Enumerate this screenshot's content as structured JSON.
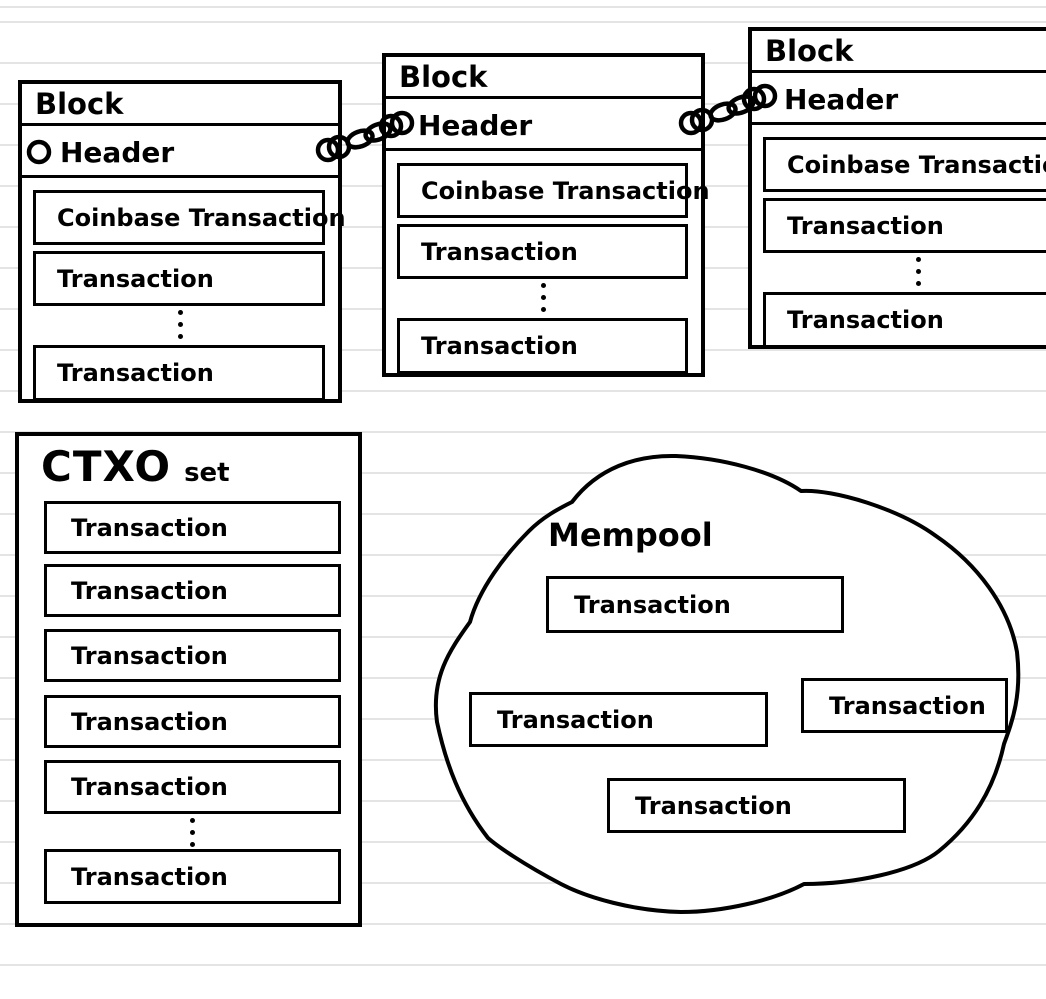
{
  "colors": {
    "ink": "#000000",
    "ruled_line": "#e4e4e4",
    "background": "#ffffff"
  },
  "icons": {
    "chain_link": "chain-link-icon",
    "header_ring": "header-ring-icon",
    "vertical_ellipsis": "⋮",
    "mempool_cloud": "cloud-shape"
  },
  "blocks": [
    {
      "title": "Block",
      "header": "Header",
      "transactions": [
        "Coinbase Transaction",
        "Transaction",
        "Transaction"
      ]
    },
    {
      "title": "Block",
      "header": "Header",
      "transactions": [
        "Coinbase Transaction",
        "Transaction",
        "Transaction"
      ]
    },
    {
      "title": "Block",
      "header": "Header",
      "transactions": [
        "Coinbase Transaction",
        "Transaction",
        "Transaction"
      ]
    }
  ],
  "ctxo_set": {
    "title": "CTXO",
    "title_suffix": "set",
    "transactions": [
      "Transaction",
      "Transaction",
      "Transaction",
      "Transaction",
      "Transaction",
      "Transaction"
    ]
  },
  "mempool": {
    "title": "Mempool",
    "transactions": [
      "Transaction",
      "Transaction",
      "Transaction",
      "Transaction"
    ]
  }
}
